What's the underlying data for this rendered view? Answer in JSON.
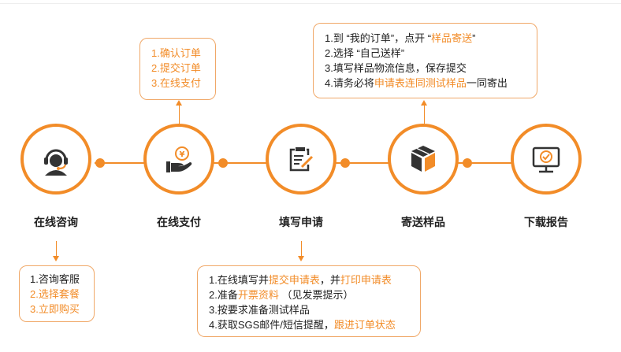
{
  "colors": {
    "accent": "#f28c28",
    "dark": "#333333"
  },
  "steps": [
    {
      "label": "在线咨询",
      "icon": "customer-service-icon"
    },
    {
      "label": "在线支付",
      "icon": "payment-hand-icon"
    },
    {
      "label": "填写申请",
      "icon": "clipboard-edit-icon"
    },
    {
      "label": "寄送样品",
      "icon": "package-box-icon"
    },
    {
      "label": "下载报告",
      "icon": "monitor-check-icon"
    }
  ],
  "boxes": {
    "consult": {
      "l1": "1.咨询客服",
      "l2": "2.选择套餐",
      "l3": "3.立即购买"
    },
    "pay": {
      "l1": "1.确认订单",
      "l2": "2.提交订单",
      "l3": "3.在线支付"
    },
    "apply": {
      "l1a": "1.在线填写并",
      "l1b": "提交申请表",
      "l1c": "，并",
      "l1d": "打印申请表",
      "l2a": "2.准备",
      "l2b": "开票资料",
      "l2c": " （见发票提示）",
      "l3": "3.按要求准备测试样品",
      "l4a": "4.获取SGS邮件/短信提醒，",
      "l4b": "跟进订单状态"
    },
    "ship": {
      "l1a": "1.到 “我的订单”，点开 “",
      "l1b": "样品寄送",
      "l1c": "”",
      "l2": "2.选择 “自己送样”",
      "l3": "3.填写样品物流信息，保存提交",
      "l4a": "4.请务必将",
      "l4b": "申请表连同测试样品",
      "l4c": "一同寄出"
    }
  }
}
